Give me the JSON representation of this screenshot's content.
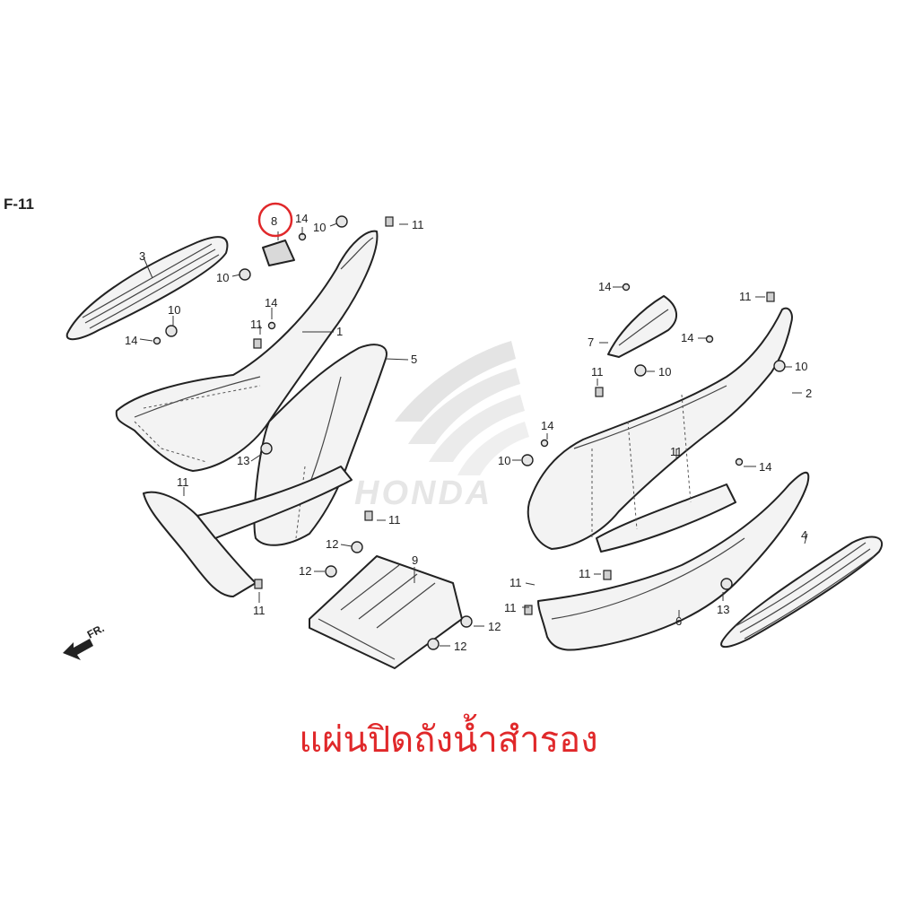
{
  "figure_code": "F-11",
  "direction_label": "FR.",
  "brand_watermark": "HONDA",
  "caption": "แผ่นปิดถังน้ำสำรอง",
  "highlighted_part": "8",
  "colors": {
    "caption": "#e0282a",
    "highlight_circle": "#e0282a",
    "line": "#222222",
    "watermark": "#c8c8c8"
  },
  "callouts": {
    "c8": "8",
    "c14a": "14",
    "c10a": "10",
    "c11a": "11",
    "c3": "3",
    "c10b": "10",
    "c14b": "14",
    "c11b": "11",
    "c10c": "10",
    "c14c": "14",
    "c1": "1",
    "c5": "5",
    "c13a": "13",
    "c11c": "11",
    "c11d": "11",
    "c12a": "12",
    "c12b": "12",
    "c9": "9",
    "c11e": "11",
    "c12c": "12",
    "c12d": "12",
    "c14d": "14",
    "c11f": "11",
    "c7": "7",
    "c14e": "14",
    "c11g": "11",
    "c10d": "10",
    "c10e": "10",
    "c2": "2",
    "c14f": "14",
    "c10f": "10",
    "c11h": "11",
    "c14g": "14",
    "c4": "4",
    "c11i": "11",
    "c11j": "11",
    "c11k": "11",
    "c6": "6",
    "c13b": "13"
  }
}
